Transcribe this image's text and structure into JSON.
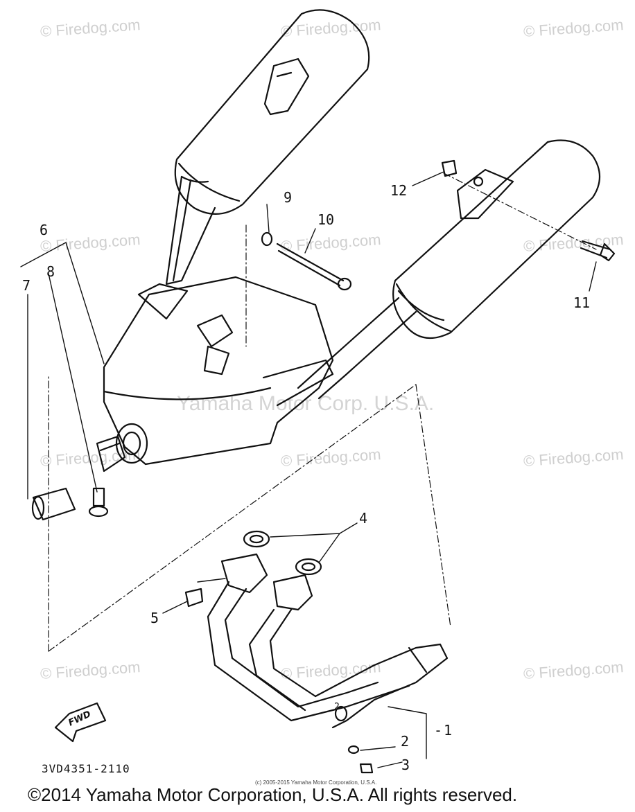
{
  "watermarks": {
    "brand": "© Firedog.com",
    "center": "Yamaha Motor Corp. U.S.A."
  },
  "callouts": {
    "c1": "1",
    "c2": "2",
    "c3": "3",
    "c4": "4",
    "c5": "5",
    "c6": "6",
    "c7": "7",
    "c8": "8",
    "c9": "9",
    "c10": "10",
    "c11": "11",
    "c12": "12",
    "c2b": "2"
  },
  "fwd_label": "FWD",
  "diagram_code": "3VD4351-2110",
  "small_copyright": "(c) 2005-2015 Yamaha Motor Corporation, U.S.A.",
  "footer_copyright": "©2014 Yamaha Motor Corporation, U.S.A. All rights reserved."
}
